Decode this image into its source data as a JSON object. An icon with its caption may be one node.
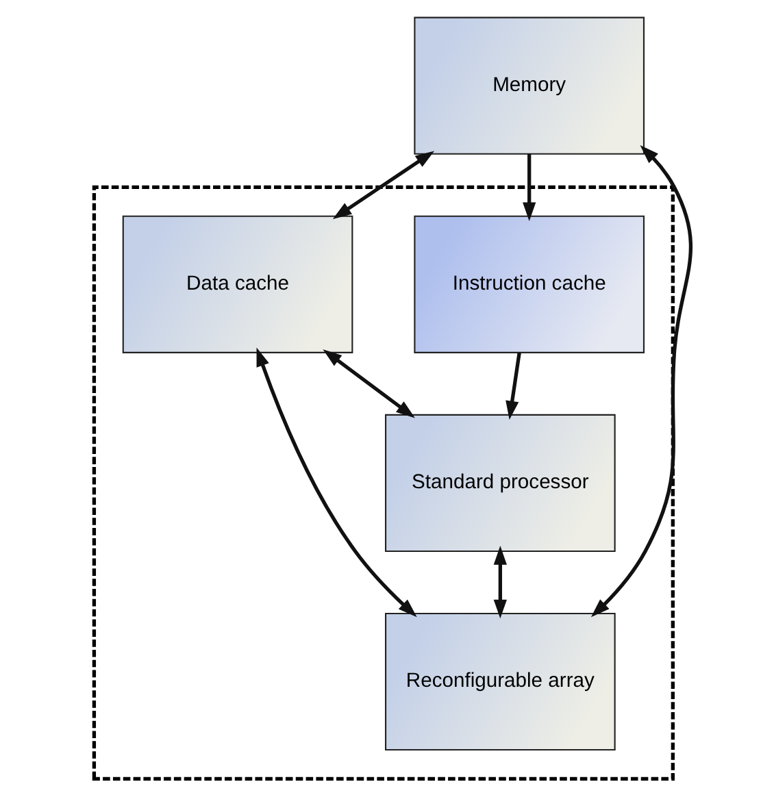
{
  "diagram": {
    "nodes": [
      {
        "text": [
          "Memory"
        ]
      },
      {
        "text": [],
        "shape": "box"
      },
      {
        "text": [
          "Instruction cache"
        ],
        "in": 1
      },
      {
        "text": [
          "Data cache"
        ],
        "in": 1
      },
      {
        "text": [
          "Standard processor"
        ],
        "in": 1
      },
      {
        "text": [
          "Reconfigurable array"
        ],
        "in": 1
      }
    ],
    "edges": [
      {
        "from": 0,
        "to": 2,
        "arrow": "to"
      },
      {
        "from": 0,
        "to": 3,
        "arrow": "both"
      },
      {
        "from": 0,
        "to": 5,
        "arrow": "both"
      },
      {
        "from": 2,
        "to": 4,
        "arrow": "to"
      },
      {
        "from": 3,
        "to": 4,
        "arrow": "both"
      },
      {
        "from": 3,
        "to": 5,
        "arrow": "both"
      },
      {
        "from": 4,
        "to": 5,
        "arrow": "both"
      }
    ]
  }
}
